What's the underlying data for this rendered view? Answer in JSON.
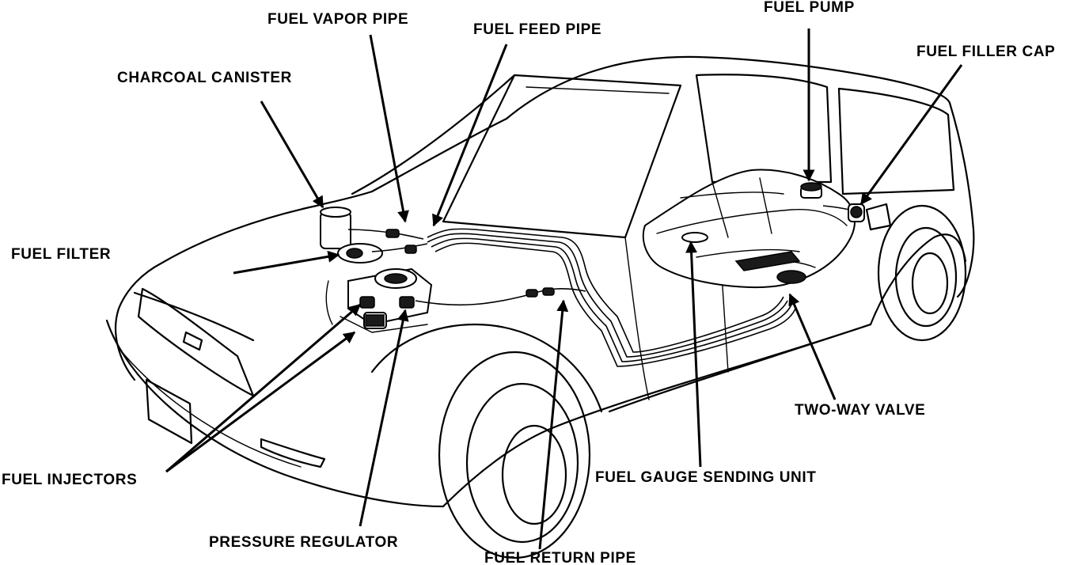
{
  "labels": {
    "fuel_vapor_pipe": "FUEL VAPOR PIPE",
    "fuel_feed_pipe": "FUEL FEED PIPE",
    "fuel_pump": "FUEL PUMP",
    "fuel_filler_cap": "FUEL FILLER CAP",
    "charcoal_canister": "CHARCOAL CANISTER",
    "fuel_filter": "FUEL FILTER",
    "fuel_injectors": "FUEL INJECTORS",
    "pressure_regulator": "PRESSURE REGULATOR",
    "fuel_return_pipe": "FUEL RETURN PIPE",
    "fuel_gauge_sending_unit": "FUEL GAUGE SENDING UNIT",
    "two_way_valve": "TWO-WAY VALVE"
  },
  "colors": {
    "line": "#000000",
    "background": "#ffffff"
  }
}
